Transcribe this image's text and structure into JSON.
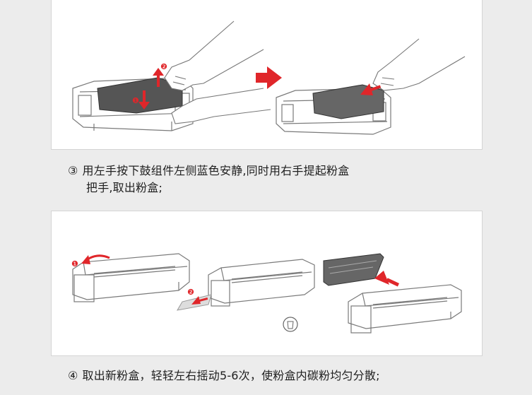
{
  "step3": {
    "number": "③",
    "text_line1": "用左手按下鼓组件左侧蓝色安静,同时用右手提起粉盒",
    "text_line2": "把手,取出粉盒;",
    "markers": [
      "❷",
      "❶"
    ]
  },
  "step4": {
    "number": "④",
    "text": "取出新粉盒，轻轻左右摇动5-6次，使粉盒内碳粉均匀分散;",
    "markers": [
      "❶",
      "❷"
    ]
  },
  "colors": {
    "accent_red": "#e0262a",
    "line_gray": "#7a7a7a",
    "toner_dark": "#555555"
  },
  "icons": [
    "right-arrow-icon",
    "recycle-icon",
    "shake-arrow-icon"
  ]
}
